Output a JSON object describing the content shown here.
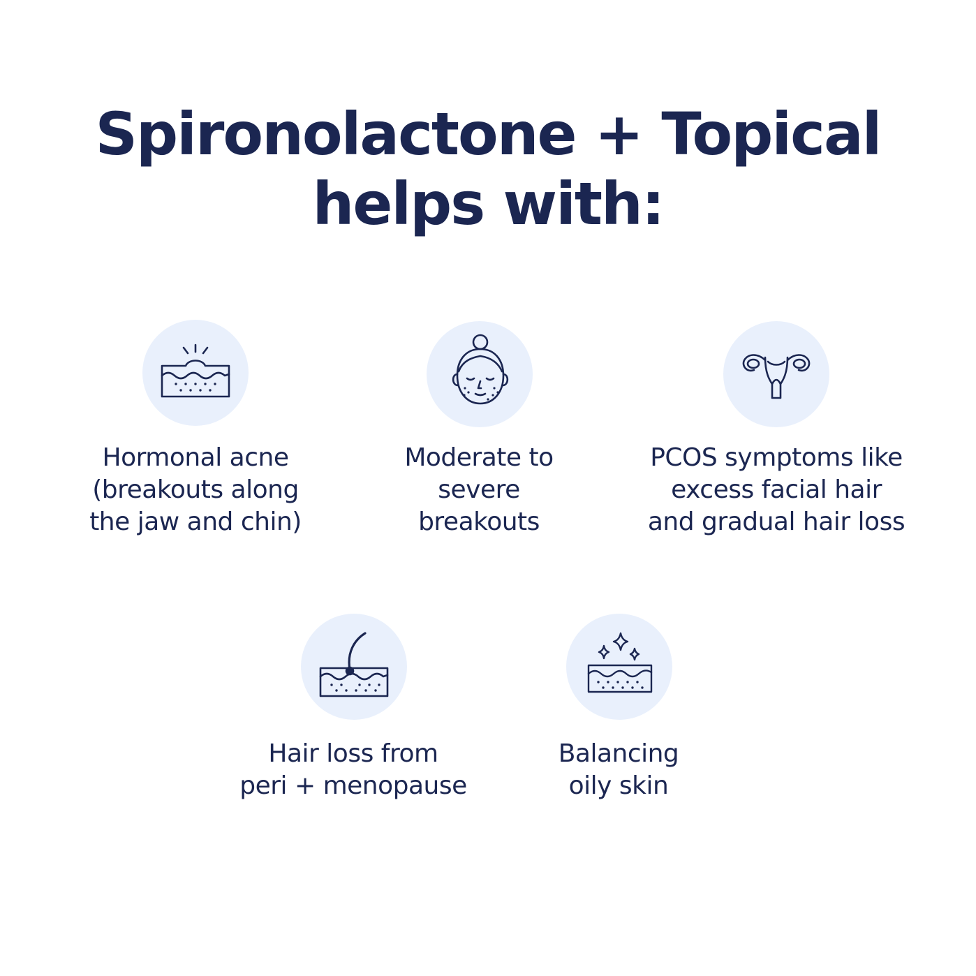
{
  "title": {
    "line1": "Spironolactone + Topical",
    "line2": "helps with:"
  },
  "items": [
    {
      "icon": "skin-breakout-icon",
      "lines": [
        "Hormonal acne",
        "(breakouts along",
        "the jaw and chin)"
      ]
    },
    {
      "icon": "face-breakouts-icon",
      "lines": [
        "Moderate to",
        "severe",
        "breakouts"
      ]
    },
    {
      "icon": "uterus-icon",
      "lines": [
        "PCOS symptoms like",
        "excess facial hair",
        "and gradual hair loss"
      ]
    },
    {
      "icon": "hair-follicle-icon",
      "lines": [
        "Hair loss from",
        "peri + menopause"
      ]
    },
    {
      "icon": "sparkle-skin-icon",
      "lines": [
        "Balancing",
        "oily skin"
      ]
    }
  ],
  "colors": {
    "text": "#1b2651",
    "icon_bg": "#e9f0fc",
    "icon_stroke": "#1b2651"
  }
}
